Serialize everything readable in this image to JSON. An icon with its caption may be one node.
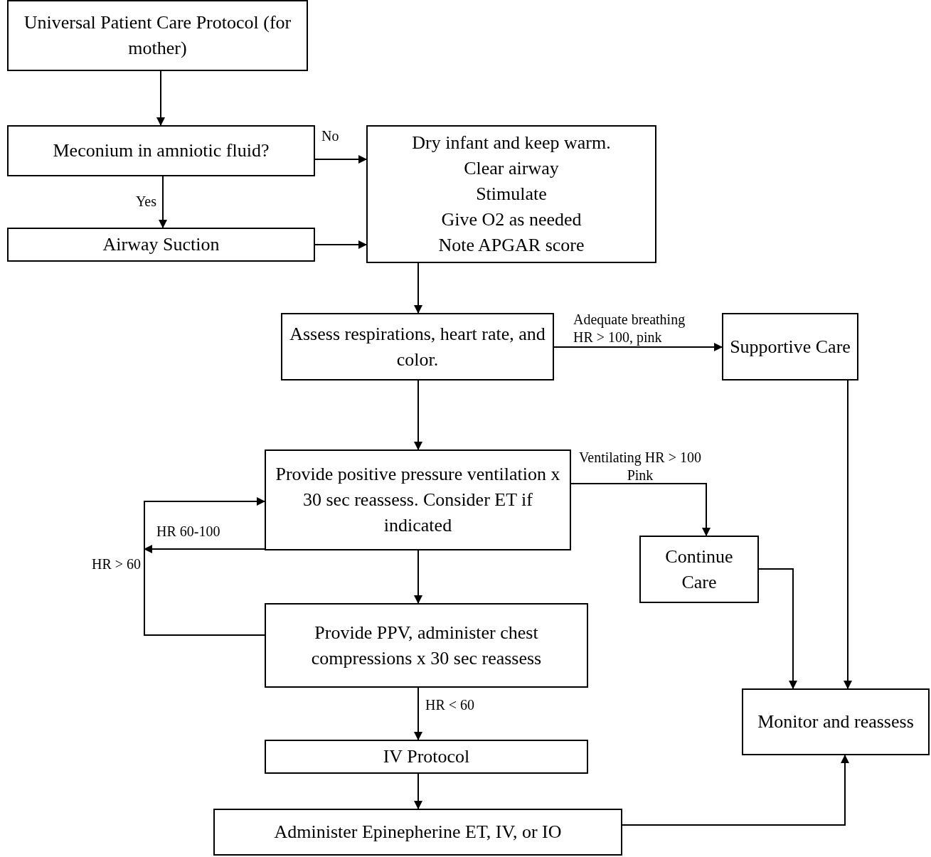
{
  "diagram": {
    "nodes": [
      {
        "text": [
          "Universal Patient Care Protocol (for mother)"
        ]
      },
      {
        "text": [
          "Meconium in amniotic fluid?"
        ]
      },
      {
        "text": [
          "Airway Suction"
        ]
      },
      {
        "text": [
          "Dry infant and keep warm.",
          "Clear airway",
          "Stimulate",
          "Give O2 as needed",
          "Note APGAR score"
        ]
      },
      {
        "text": [
          "Assess respirations, heart rate, and color."
        ]
      },
      {
        "text": [
          "Supportive Care"
        ]
      },
      {
        "text": [
          "Provide positive pressure ventilation x 30 sec reassess. Consider ET if indicated"
        ]
      },
      {
        "text": [
          "Continue Care"
        ]
      },
      {
        "text": [
          "Provide PPV, administer chest compressions x 30 sec reassess"
        ]
      },
      {
        "text": [
          "Monitor and reassess"
        ]
      },
      {
        "text": [
          "IV Protocol"
        ]
      },
      {
        "text": [
          "Administer Epinepherine ET, IV, or IO"
        ]
      }
    ],
    "edges": [
      {
        "from": 0,
        "to": 1,
        "arrow": "to"
      },
      {
        "from": 1,
        "to": 3,
        "arrow": "to",
        "label": "No"
      },
      {
        "from": 1,
        "to": 2,
        "arrow": "to",
        "label": "Yes"
      },
      {
        "from": 2,
        "to": 3,
        "arrow": "to"
      },
      {
        "from": 3,
        "to": 4,
        "arrow": "to"
      },
      {
        "from": 4,
        "to": 5,
        "arrow": "to",
        "label": "Adequate breathing HR > 100, pink"
      },
      {
        "from": 4,
        "to": 6,
        "arrow": "to"
      },
      {
        "from": 6,
        "to": 7,
        "arrow": "to",
        "label": "Ventilating HR > 100 Pink"
      },
      {
        "from": 6,
        "to": 8,
        "arrow": "to"
      },
      {
        "from": 6,
        "to": null,
        "arrow": "to",
        "label": "HR 60-100"
      },
      {
        "from": 8,
        "to": 6,
        "arrow": "to",
        "label": "HR > 60"
      },
      {
        "from": 8,
        "to": 10,
        "arrow": "to",
        "label": "HR < 60"
      },
      {
        "from": 10,
        "to": 11,
        "arrow": "to"
      },
      {
        "from": 5,
        "to": 9,
        "arrow": "to"
      },
      {
        "from": 7,
        "to": 9,
        "arrow": "to"
      },
      {
        "from": 11,
        "to": 9,
        "arrow": "to"
      }
    ]
  }
}
